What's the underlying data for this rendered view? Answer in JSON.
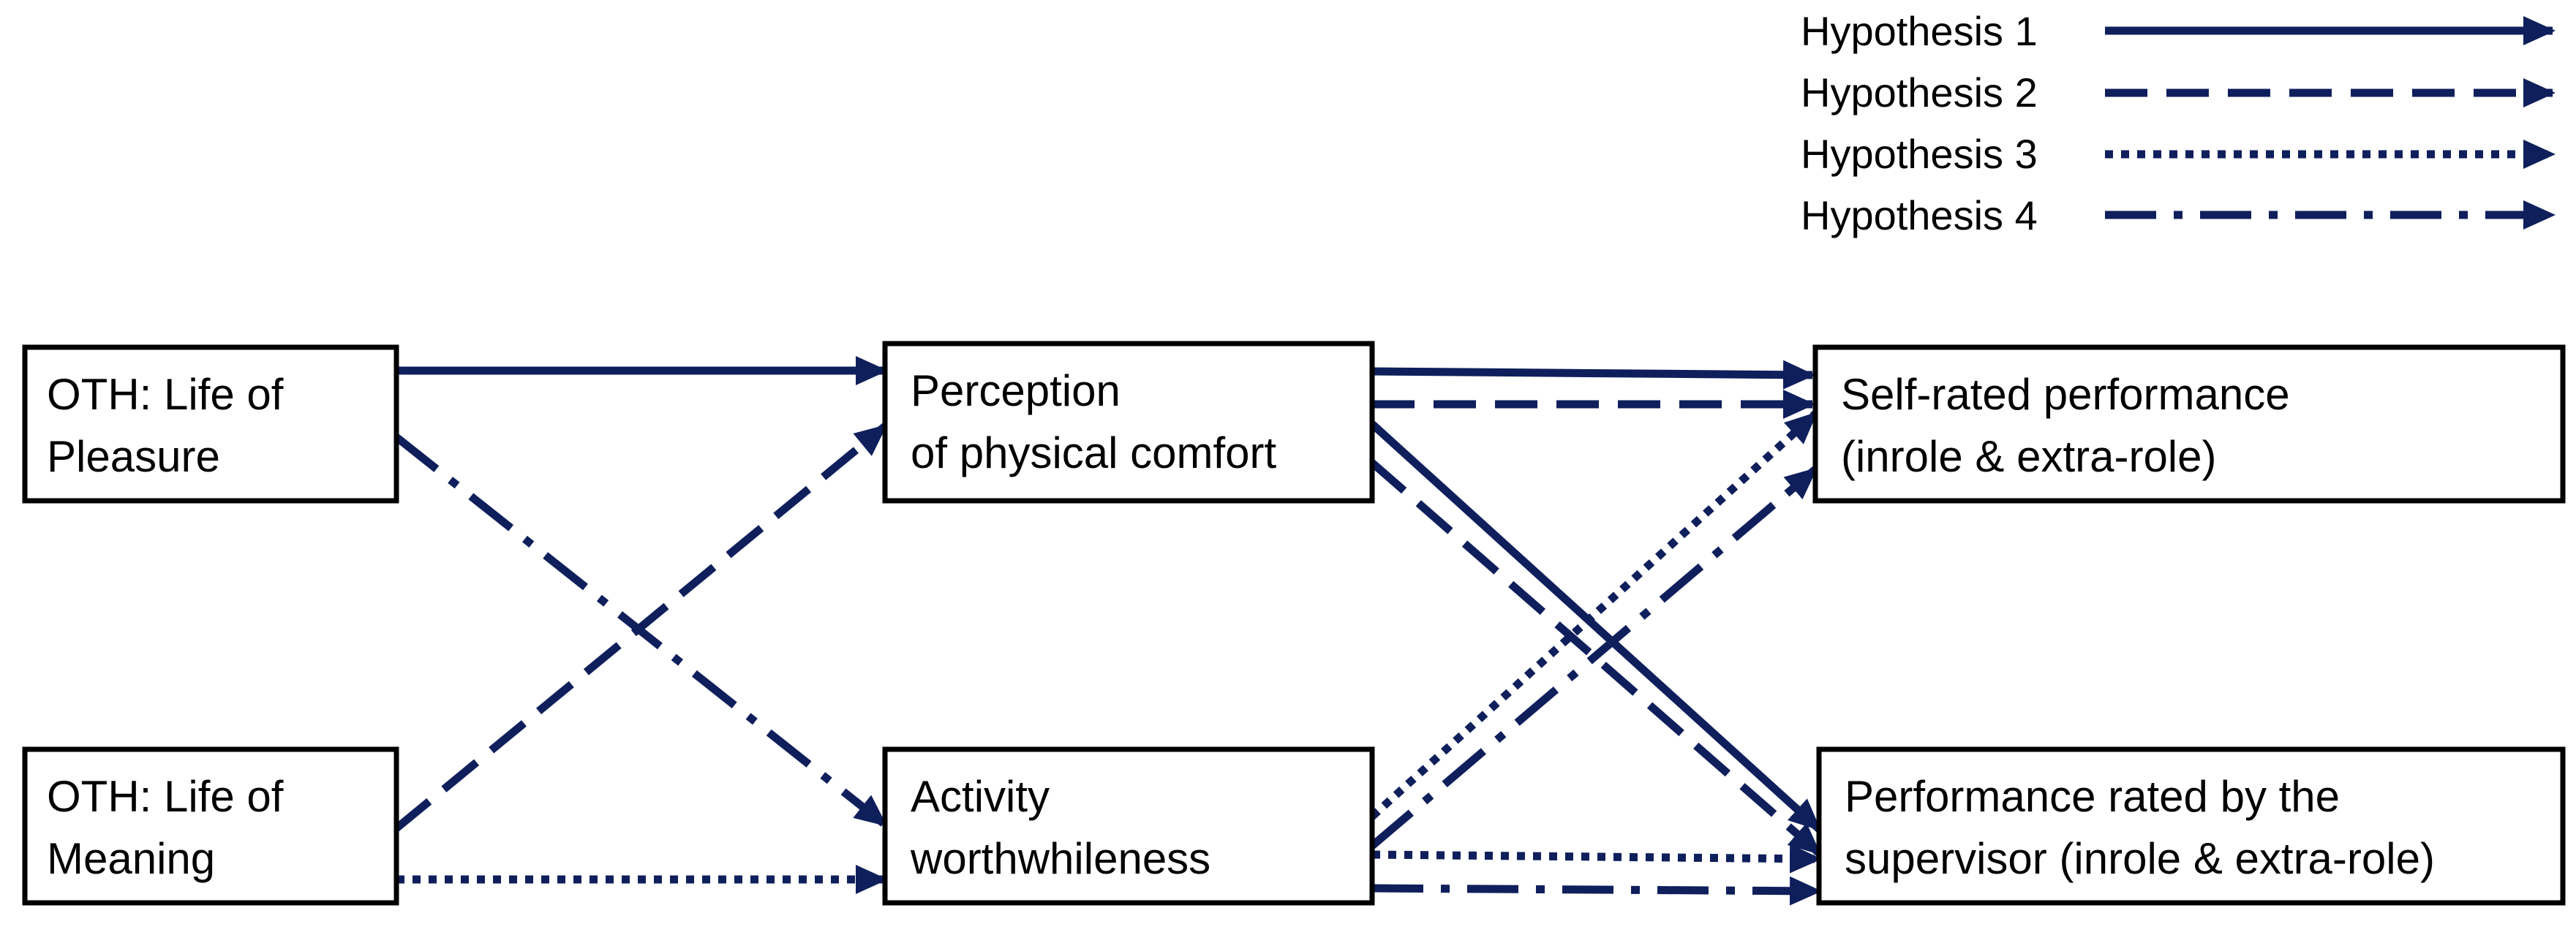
{
  "colors": {
    "arrow": "#0f1f5c",
    "box_border": "#000000",
    "text": "#000000",
    "background": "#ffffff"
  },
  "legend": [
    {
      "id": "h1",
      "label": "Hypothesis 1",
      "line_style": "solid"
    },
    {
      "id": "h2",
      "label": "Hypothesis 2",
      "line_style": "dashed"
    },
    {
      "id": "h3",
      "label": "Hypothesis 3",
      "line_style": "dotted"
    },
    {
      "id": "h4",
      "label": "Hypothesis 4",
      "line_style": "dash-dot"
    }
  ],
  "boxes": {
    "pleasure": {
      "lines": [
        "OTH: Life of",
        "Pleasure"
      ]
    },
    "meaning": {
      "lines": [
        "OTH: Life of",
        "Meaning"
      ]
    },
    "comfort": {
      "lines": [
        "Perception",
        "of physical comfort"
      ]
    },
    "worth": {
      "lines": [
        "Activity",
        "worthwhileness"
      ]
    },
    "self": {
      "lines": [
        "Self-rated performance",
        "(inrole & extra-role)"
      ]
    },
    "supervisor": {
      "lines": [
        "Performance rated by the",
        "supervisor (inrole & extra-role)"
      ]
    }
  },
  "edges": [
    {
      "from": "pleasure",
      "to": "comfort",
      "hypothesis": "h1"
    },
    {
      "from": "comfort",
      "to": "self",
      "hypothesis": "h1"
    },
    {
      "from": "comfort",
      "to": "supervisor",
      "hypothesis": "h1"
    },
    {
      "from": "meaning",
      "to": "comfort",
      "hypothesis": "h2"
    },
    {
      "from": "comfort",
      "to": "self",
      "hypothesis": "h2"
    },
    {
      "from": "comfort",
      "to": "supervisor",
      "hypothesis": "h2"
    },
    {
      "from": "meaning",
      "to": "worth",
      "hypothesis": "h3"
    },
    {
      "from": "worth",
      "to": "self",
      "hypothesis": "h3"
    },
    {
      "from": "worth",
      "to": "supervisor",
      "hypothesis": "h3"
    },
    {
      "from": "pleasure",
      "to": "worth",
      "hypothesis": "h4"
    },
    {
      "from": "worth",
      "to": "self",
      "hypothesis": "h4"
    },
    {
      "from": "worth",
      "to": "supervisor",
      "hypothesis": "h4"
    }
  ]
}
